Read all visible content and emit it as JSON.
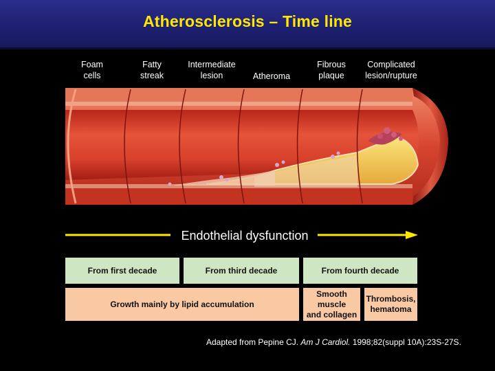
{
  "title": "Atherosclerosis – Time line",
  "stages": [
    {
      "label": "Foam\ncells"
    },
    {
      "label": "Fatty\nstreak"
    },
    {
      "label": "Intermediate\nlesion"
    },
    {
      "label": "Atheroma"
    },
    {
      "label": "Fibrous\nplaque"
    },
    {
      "label": "Complicated\nlesion/rupture"
    }
  ],
  "arrow_label": "Endothelial dysfunction",
  "onset": {
    "first": "From first decade",
    "third": "From third decade",
    "fourth": "From fourth decade"
  },
  "growth": {
    "lipid": "Growth mainly by lipid accumulation",
    "smooth": "Smooth muscle\nand collagen",
    "thrombosis": "Thrombosis,\nhematoma"
  },
  "citation": {
    "prefix": "Adapted from Pepine CJ. ",
    "journal": "Am J Cardiol.",
    "suffix": " 1998;82(suppl 10A):23S-27S."
  },
  "colors": {
    "title": "#ffe800",
    "title_bar": "#1c1f6e",
    "arrow": "#ffe800",
    "box_green": "#cfe6c3",
    "box_peach": "#f9c9a4",
    "vessel_wall": "#c8281c",
    "lumen": "#e0452e",
    "plaque": "#f2c95a"
  }
}
